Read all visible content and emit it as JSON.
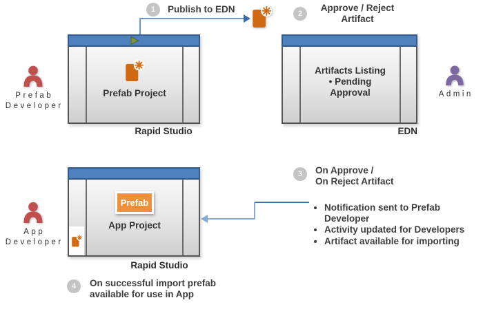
{
  "colors": {
    "titlebar_blue": "#4f81bd",
    "titlebar_border": "#33598c",
    "connector_blue": "#6f98c9",
    "connector_dark": "#41719c",
    "artifact_orange": "#cf6a12",
    "button_orange": "#ef913c",
    "developer_red": "#c0504d",
    "admin_purple": "#7e68a0",
    "badge_gray": "#c4c4c4"
  },
  "steps": {
    "one": {
      "num": "1",
      "label": "Publish to EDN"
    },
    "two": {
      "num": "2",
      "line1": "Approve / Reject",
      "line2": "Artifact"
    },
    "three": {
      "num": "3",
      "line1": "On Approve /",
      "line2": "On Reject Artifact"
    },
    "four": {
      "num": "4",
      "line1": "On successful import prefab",
      "line2": "available for use in App"
    }
  },
  "actors": {
    "prefab_developer": {
      "line1": "Prefab",
      "line2": "Developer"
    },
    "admin": {
      "line1": "Admin"
    },
    "app_developer": {
      "line1": "App",
      "line2": "Developer"
    }
  },
  "windows": {
    "studio1": {
      "app_label": "Prefab Project",
      "caption": "Rapid Studio"
    },
    "edn": {
      "lines": [
        "Artifacts Listing",
        "• Pending",
        "Approval"
      ],
      "caption": "EDN"
    },
    "studio2": {
      "button_label": "Prefab",
      "app_label": "App Project",
      "caption": "Rapid Studio"
    }
  },
  "notes": {
    "items": [
      "Notification sent to Prefab Developer",
      "Activity updated for Developers",
      "Artifact available for importing"
    ]
  },
  "icons": {
    "play": "play-icon",
    "new_artifact": "document-with-starburst-icon",
    "person": "person-silhouette-icon"
  }
}
